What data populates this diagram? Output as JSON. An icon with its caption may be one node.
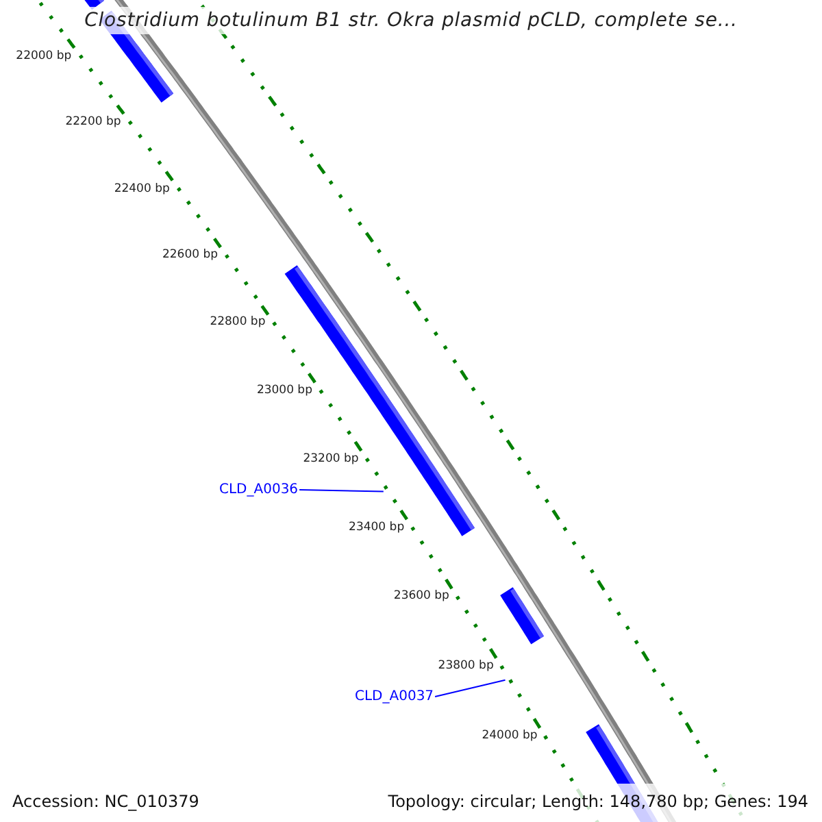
{
  "diagram": {
    "title": "Clostridium botulinum B1 str. Okra plasmid pCLD, complete se...",
    "nodes": [
      {
        "text": [
          "CLD_A0036"
        ]
      },
      {
        "text": [
          "CLD_A0037"
        ]
      }
    ],
    "edges": [
      {
        "from": 0,
        "to": null,
        "arrow": "none"
      },
      {
        "from": 1,
        "to": null,
        "arrow": "none"
      }
    ],
    "labels": [
      "22000 bp",
      "22200 bp",
      "22400 bp",
      "22600 bp",
      "22800 bp",
      "23000 bp",
      "23200 bp",
      "23400 bp",
      "23600 bp",
      "23800 bp",
      "24000 bp",
      "Accession: NC_010379",
      "Topology: circular; Length: 148,780 bp; Genes: 194"
    ]
  }
}
